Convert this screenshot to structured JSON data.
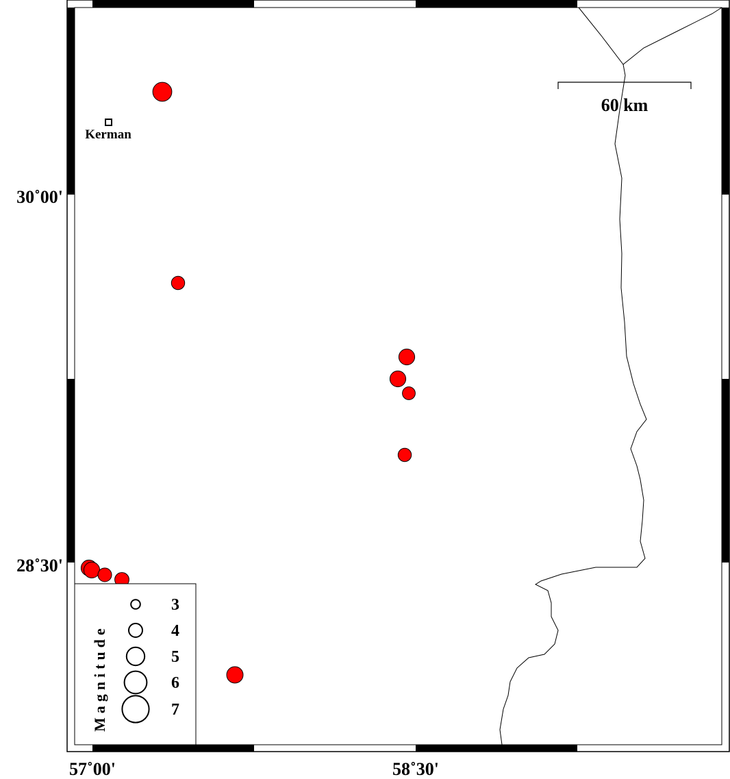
{
  "map": {
    "lon_ticks": [
      "57˚00'",
      "58˚30'"
    ],
    "lat_ticks": [
      "30˚00'",
      "28˚30'"
    ],
    "scale_bar_label": "60 km",
    "city": {
      "name": "Kerman"
    },
    "event_color": "#ff0000",
    "events": [
      {
        "mag": 5.2
      },
      {
        "mag": 3.9
      },
      {
        "mag": 4.5
      },
      {
        "mag": 4.5
      },
      {
        "mag": 3.8
      },
      {
        "mag": 3.9
      },
      {
        "mag": 4.5
      },
      {
        "mag": 4.5
      },
      {
        "mag": 4.0
      },
      {
        "mag": 4.1
      },
      {
        "mag": 4.6
      }
    ]
  },
  "legend": {
    "title": "Magnitude",
    "items": [
      {
        "label": "3",
        "mag": 3
      },
      {
        "label": "4",
        "mag": 4
      },
      {
        "label": "5",
        "mag": 5
      },
      {
        "label": "6",
        "mag": 6
      },
      {
        "label": "7",
        "mag": 7
      }
    ]
  }
}
